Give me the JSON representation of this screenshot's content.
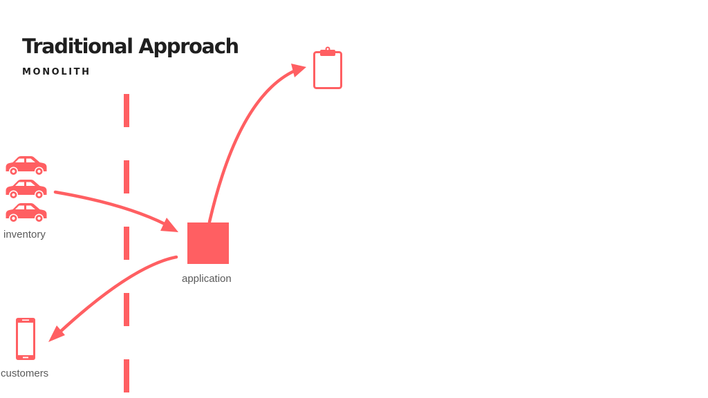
{
  "title": "Traditional Approach",
  "subtitle": "MONOLITH",
  "labels": {
    "inventory": "inventory",
    "application": "application",
    "customers": "customers"
  },
  "colors": {
    "accent": "#ff5f62",
    "title": "#1f1f1f",
    "label": "#5a5a5a"
  },
  "icons": [
    "car-icon",
    "car-icon",
    "car-icon",
    "clipboard-icon",
    "phone-icon"
  ]
}
